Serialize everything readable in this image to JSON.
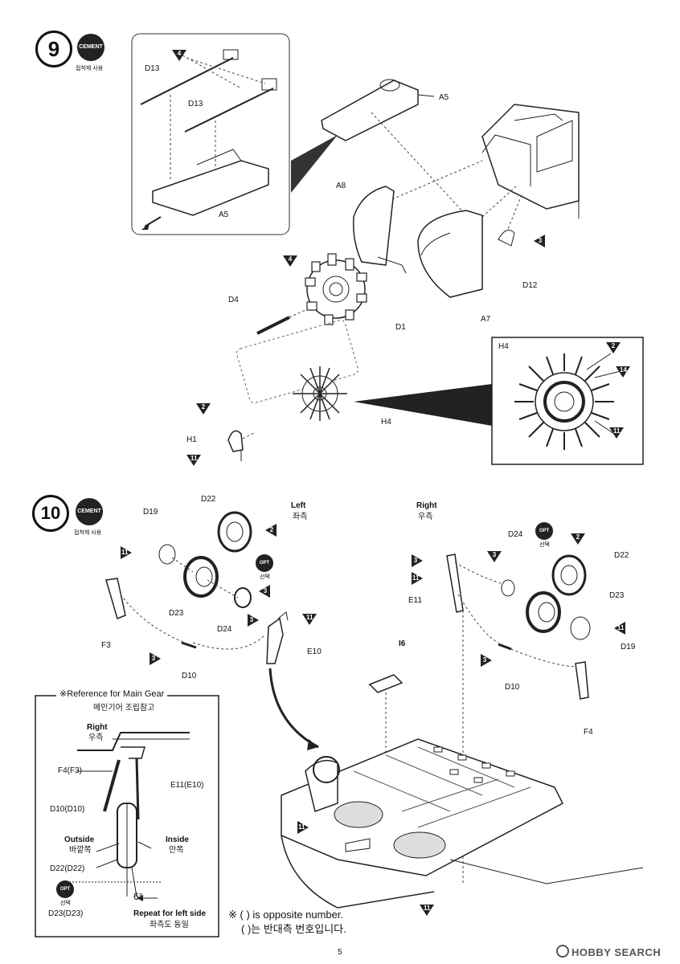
{
  "page_number": "5",
  "watermark": "HOBBY SEARCH",
  "step9": {
    "number": "9",
    "cement_label": "CEMENT",
    "cement_note": "접착제 사용",
    "parts": {
      "d13_top": "D13",
      "d13_mid": "D13",
      "a5_box": "A5",
      "a5": "A5",
      "a8": "A8",
      "a7": "A7",
      "d12": "D12",
      "d4": "D4",
      "d1": "D1",
      "h4": "H4",
      "h4_inset": "H4",
      "h1": "H1"
    },
    "color_codes": {
      "c4a": "4",
      "c4b": "4",
      "c3a": "3",
      "c2a": "2",
      "c11a": "11",
      "c2_inset": "2",
      "c14_inset": "14",
      "c11_inset": "11"
    }
  },
  "step10": {
    "number": "10",
    "cement_label": "CEMENT",
    "cement_note": "접착제 사용",
    "left_title": "Left",
    "left_title_ko": "좌측",
    "right_title": "Right",
    "right_title_ko": "우측",
    "opt_label": "OPT",
    "opt_note": "선택",
    "parts_left": {
      "d19": "D19",
      "d22": "D22",
      "d23": "D23",
      "d24": "D24",
      "f3": "F3",
      "d10": "D10",
      "e10": "E10"
    },
    "parts_right": {
      "d24": "D24",
      "d22": "D22",
      "d23": "D23",
      "d19": "D19",
      "e11": "E11",
      "d10": "D10",
      "f4": "F4",
      "i6": "I6"
    },
    "color_codes": {
      "l11": "11",
      "l2": "2",
      "l3a": "3",
      "l3b": "3",
      "l11b": "11",
      "l3c": "3",
      "r3a": "3",
      "r11a": "11",
      "r3b": "3",
      "r2": "2",
      "r11b": "11",
      "r3c": "3",
      "w11a": "11",
      "w11b": "11"
    },
    "reference": {
      "title": "※Reference for Main Gear",
      "title_ko": "메인기어 조립참고",
      "right": "Right",
      "right_ko": "우측",
      "f4f3": "F4(F3)",
      "e11e10": "E11(E10)",
      "d10d10": "D10(D10)",
      "outside": "Outside",
      "outside_ko": "바깥쪽",
      "inside": "Inside",
      "inside_ko": "안쪽",
      "d22d22": "D22(D22)",
      "d23d23": "D23(D23)",
      "angle": "6°",
      "repeat": "Repeat for left side",
      "repeat_ko": "좌측도 동일",
      "opt_label": "OPT",
      "opt_note": "선택"
    },
    "note_line1": "※ (  ) is opposite number.",
    "note_line2": "(  )는 반대측 번호입니다."
  }
}
